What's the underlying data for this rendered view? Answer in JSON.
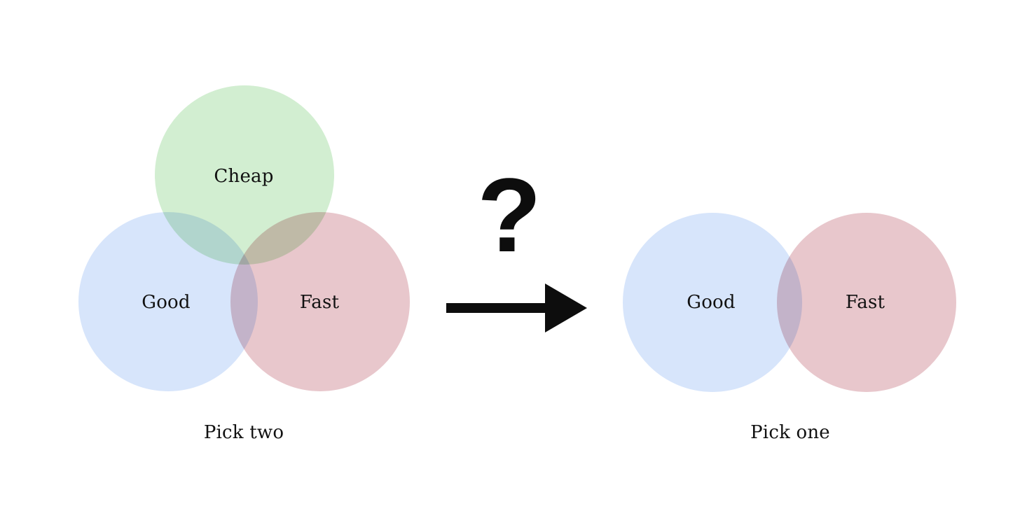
{
  "canvas": {
    "background": "#ffffff"
  },
  "left_diagram": {
    "caption": "Pick two",
    "circles": [
      {
        "label": "Cheap",
        "color": "#d2eed1"
      },
      {
        "label": "Good",
        "color": "#d7e5fb"
      },
      {
        "label": "Fast",
        "color": "#e8c7cc"
      }
    ]
  },
  "transition": {
    "question_mark": "?",
    "arrow_color": "#0d0d0d"
  },
  "right_diagram": {
    "caption": "Pick one",
    "circles": [
      {
        "label": "Good",
        "color": "#d7e5fb"
      },
      {
        "label": "Fast",
        "color": "#e8c7cc"
      }
    ]
  }
}
